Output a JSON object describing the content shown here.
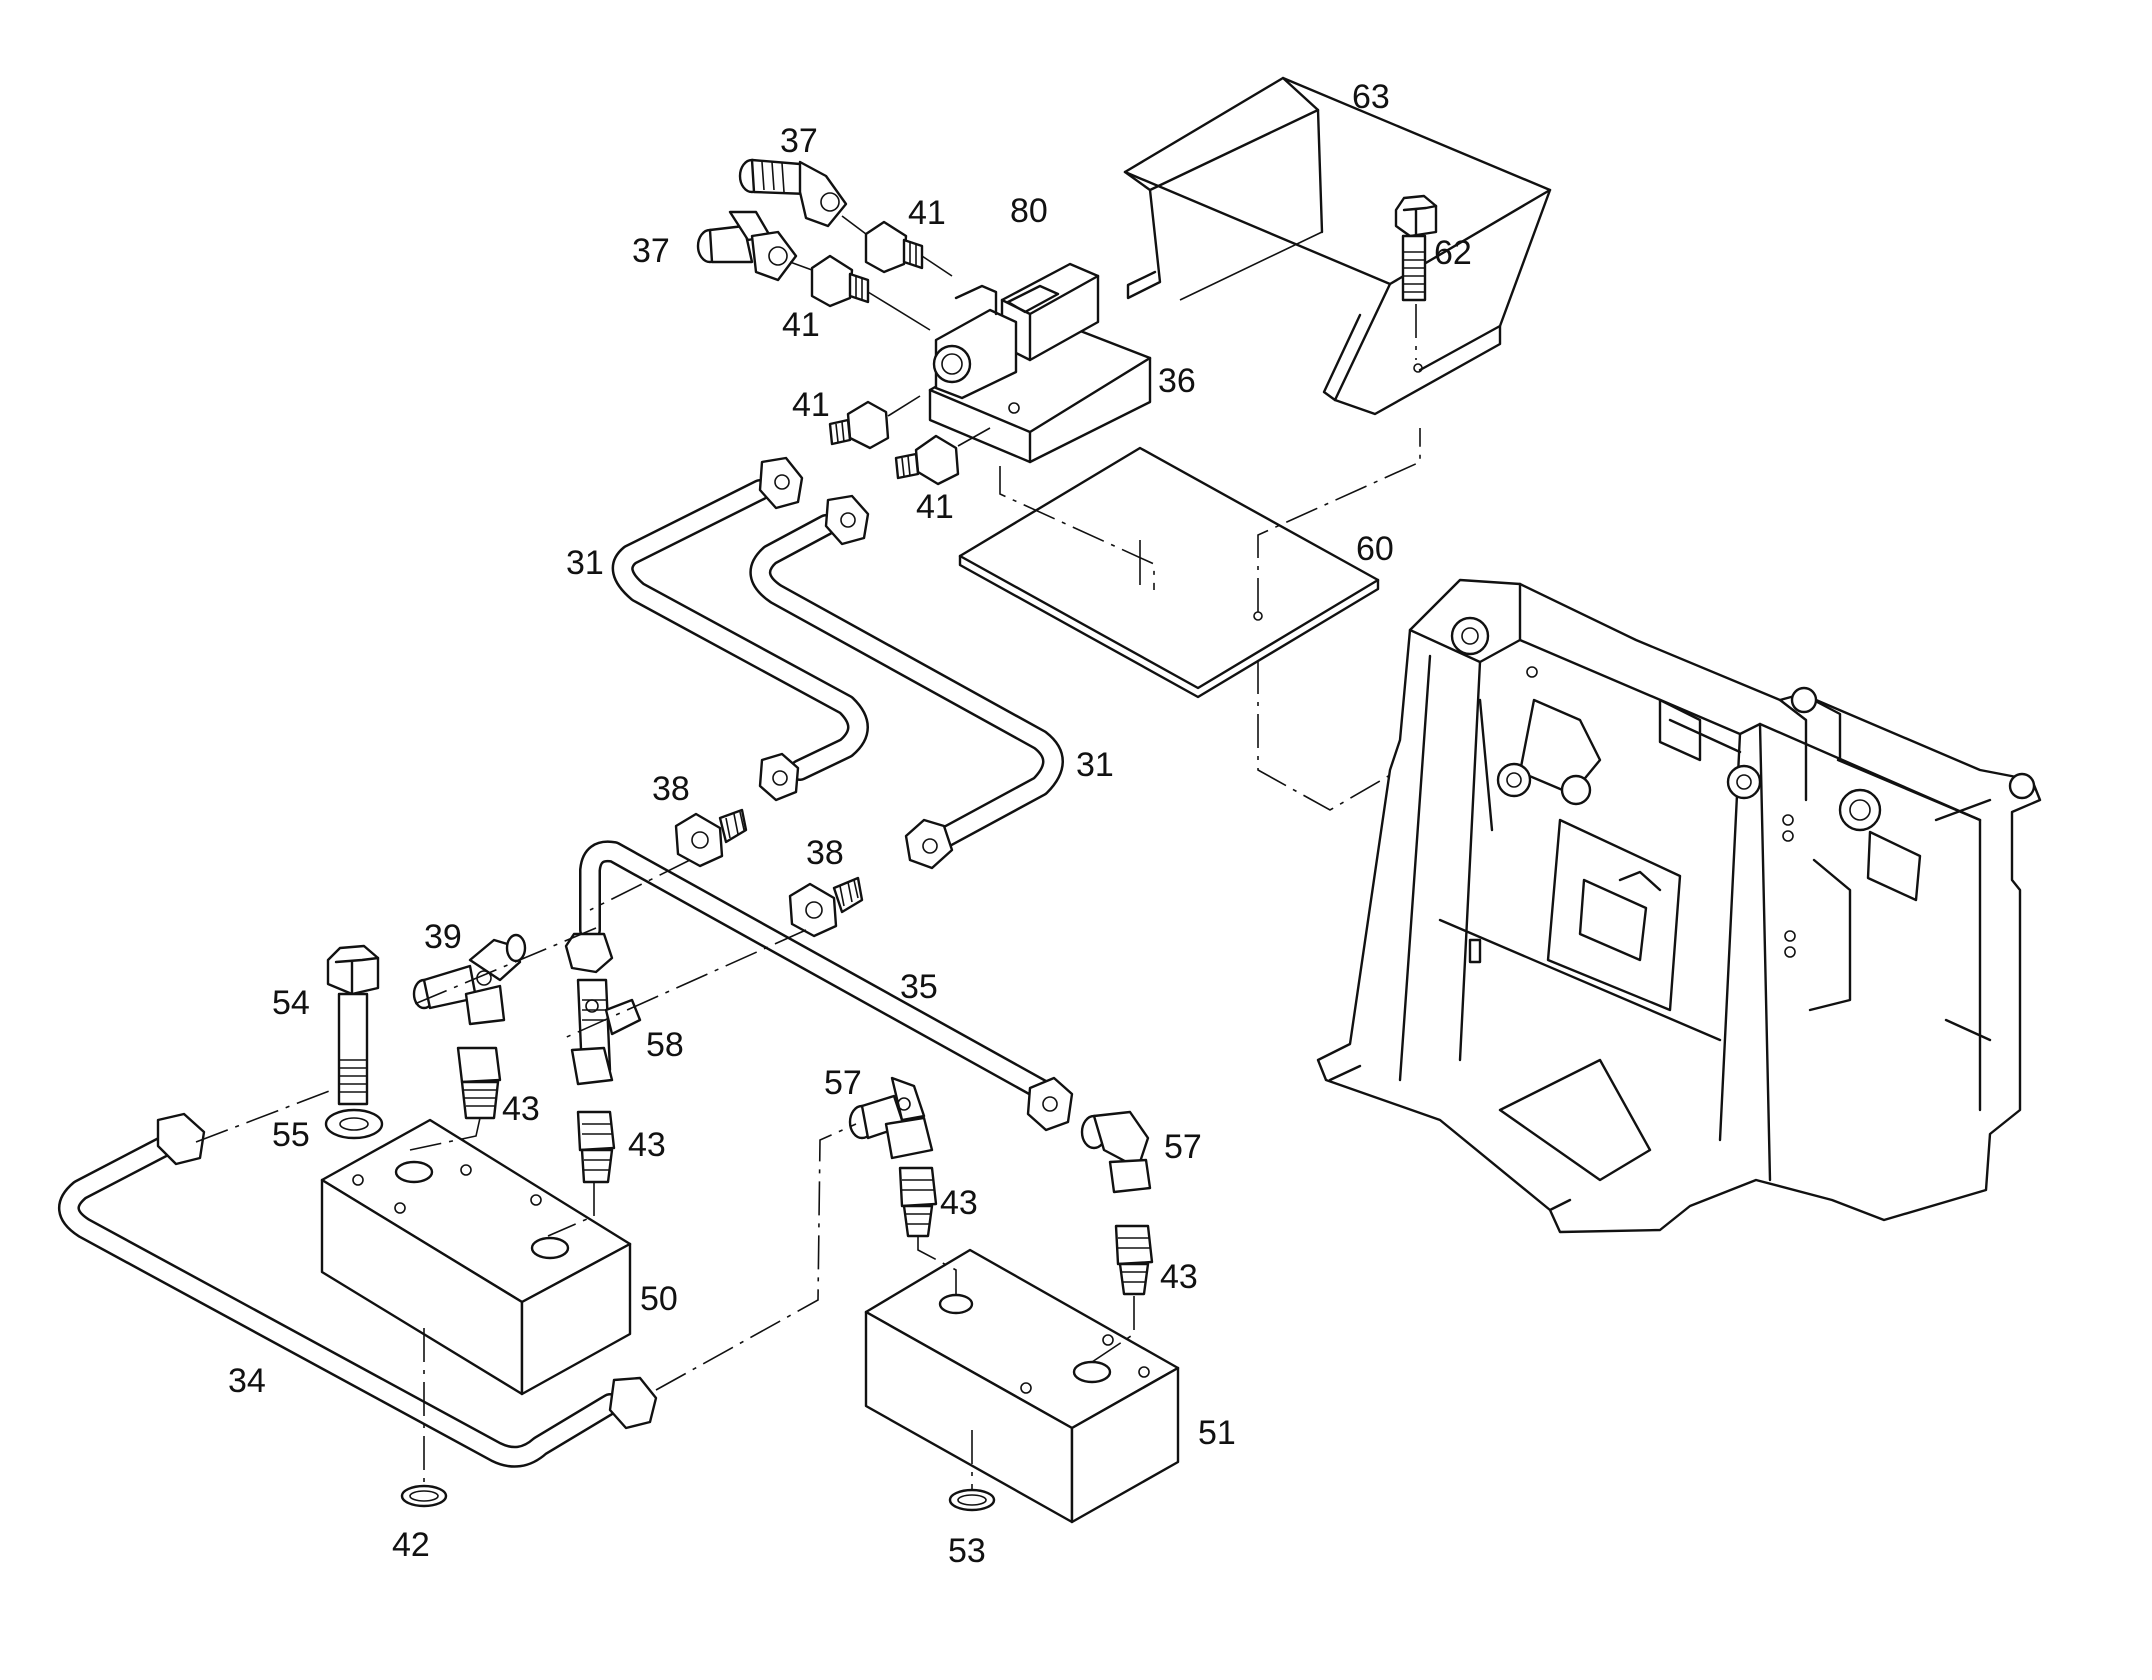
{
  "callouts": [
    {
      "id": "c63",
      "label": "63"
    },
    {
      "id": "c37a",
      "label": "37"
    },
    {
      "id": "c80",
      "label": "80"
    },
    {
      "id": "c41a",
      "label": "41"
    },
    {
      "id": "c37b",
      "label": "37"
    },
    {
      "id": "c62",
      "label": "62"
    },
    {
      "id": "c41b",
      "label": "41"
    },
    {
      "id": "c36",
      "label": "36"
    },
    {
      "id": "c41c",
      "label": "41"
    },
    {
      "id": "c41d",
      "label": "41"
    },
    {
      "id": "c60",
      "label": "60"
    },
    {
      "id": "c31a",
      "label": "31"
    },
    {
      "id": "c31b",
      "label": "31"
    },
    {
      "id": "c38a",
      "label": "38"
    },
    {
      "id": "c38b",
      "label": "38"
    },
    {
      "id": "c39",
      "label": "39"
    },
    {
      "id": "c35",
      "label": "35"
    },
    {
      "id": "c54",
      "label": "54"
    },
    {
      "id": "c58",
      "label": "58"
    },
    {
      "id": "c57a",
      "label": "57"
    },
    {
      "id": "c57b",
      "label": "57"
    },
    {
      "id": "c55",
      "label": "55"
    },
    {
      "id": "c43a",
      "label": "43"
    },
    {
      "id": "c43b",
      "label": "43"
    },
    {
      "id": "c43c",
      "label": "43"
    },
    {
      "id": "c43d",
      "label": "43"
    },
    {
      "id": "c50",
      "label": "50"
    },
    {
      "id": "c34",
      "label": "34"
    },
    {
      "id": "c51",
      "label": "51"
    },
    {
      "id": "c42",
      "label": "42"
    },
    {
      "id": "c53",
      "label": "53"
    }
  ]
}
